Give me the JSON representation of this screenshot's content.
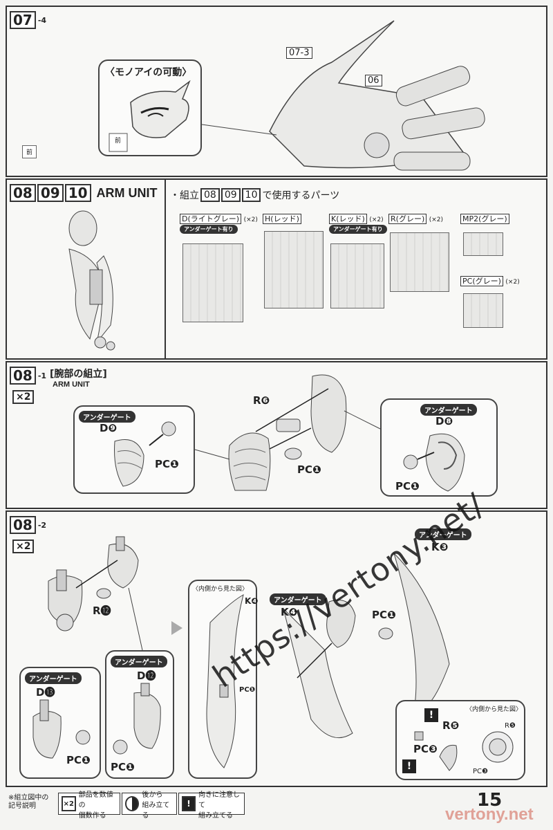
{
  "step074": {
    "num": "07",
    "sub": "-4",
    "callout": "〈モノアイの可動〉",
    "front_label": "前",
    "ref1": "07-3",
    "ref2": "06"
  },
  "arm": {
    "nums": [
      "08",
      "09",
      "10"
    ],
    "title": "ARM UNIT",
    "parts_heading": "・組立",
    "parts_heading_nums": [
      "08",
      "09",
      "10"
    ],
    "parts_heading_tail": "で使用するパーツ",
    "parts": [
      {
        "code": "D",
        "color": "(ライトグレー)",
        "qty": "(×2)",
        "gate": "アンダーゲート有り"
      },
      {
        "code": "H",
        "color": "(レッド)",
        "qty": "",
        "gate": ""
      },
      {
        "code": "K",
        "color": "(レッド)",
        "qty": "(×2)",
        "gate": "アンダーゲート有り"
      },
      {
        "code": "R",
        "color": "(グレー)",
        "qty": "(×2)",
        "gate": ""
      },
      {
        "code": "MP2",
        "color": "(グレー)",
        "qty": "",
        "gate": ""
      },
      {
        "code": "PC",
        "color": "(グレー)",
        "qty": "(×2)",
        "gate": ""
      }
    ]
  },
  "step081": {
    "num": "08",
    "sub": "-1",
    "title": "[腕部の組立]",
    "subtitle": "ARM UNIT",
    "mult": "×2",
    "gate_label": "アンダーゲート",
    "left_part": "D❾",
    "left_pc": "PC❶",
    "center_r": "R❻",
    "center_pc": "PC❶",
    "right_part": "D❽",
    "right_pc": "PC❶"
  },
  "step082": {
    "num": "08",
    "sub": "-2",
    "mult": "×2",
    "r12": "R⓬",
    "gate_label": "アンダーゲート",
    "d13": "D⓭",
    "d12": "D⓬",
    "pc_a": "PC❶",
    "pc_b": "PC❶",
    "inner_view": "〈内側から見た図〉",
    "k4a": "K❹",
    "pc_inner": "PC❶",
    "k4b": "K❹",
    "pc_mid": "PC❶",
    "k3": "K❸",
    "r5": "R❺",
    "pc3": "PC❸",
    "inner_view2": "〈内側から見た図〉",
    "r5b": "R❺",
    "pc3b": "PC❸",
    "excl": "!"
  },
  "watermark": "https://vertony.net/",
  "footer": {
    "legend_title_1": "※組立図中の",
    "legend_title_2": "記号説明",
    "l1_icon": "×2",
    "l1_text_1": "部品を数値の",
    "l1_text_2": "個数作る",
    "l2_text_1": "後から",
    "l2_text_2": "組み立てる",
    "l3_icon": "!",
    "l3_text_1": "向きに注意して",
    "l3_text_2": "組み立てる",
    "page_num": "15",
    "site": "vertony.net"
  }
}
